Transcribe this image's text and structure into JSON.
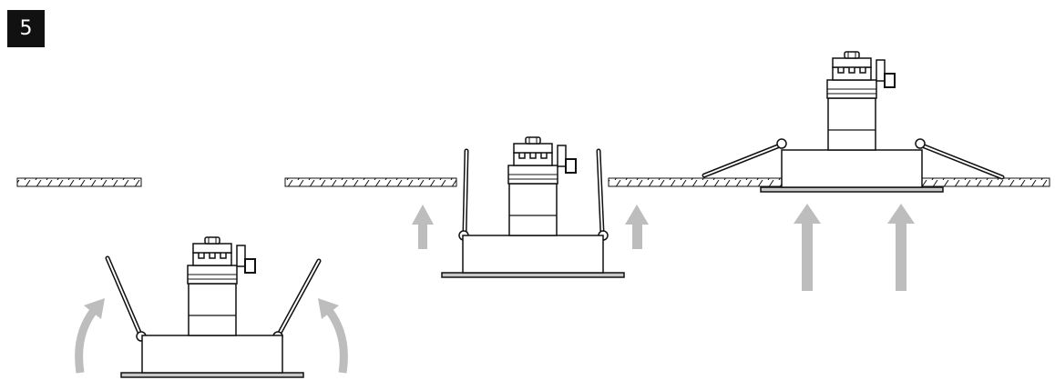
{
  "step": {
    "number": "5"
  },
  "colors": {
    "ink": "#111111",
    "arrow": "#bdbdbd",
    "hatch": "#111111",
    "background": "#ffffff"
  },
  "stages": [
    {
      "name": "springs-raised",
      "arrows": [
        "curved-left",
        "curved-right"
      ]
    },
    {
      "name": "pushed-into-cutout",
      "arrows": [
        "up-left",
        "up-right"
      ]
    },
    {
      "name": "seated-in-ceiling",
      "arrows": [
        "up-left",
        "up-right"
      ]
    }
  ]
}
